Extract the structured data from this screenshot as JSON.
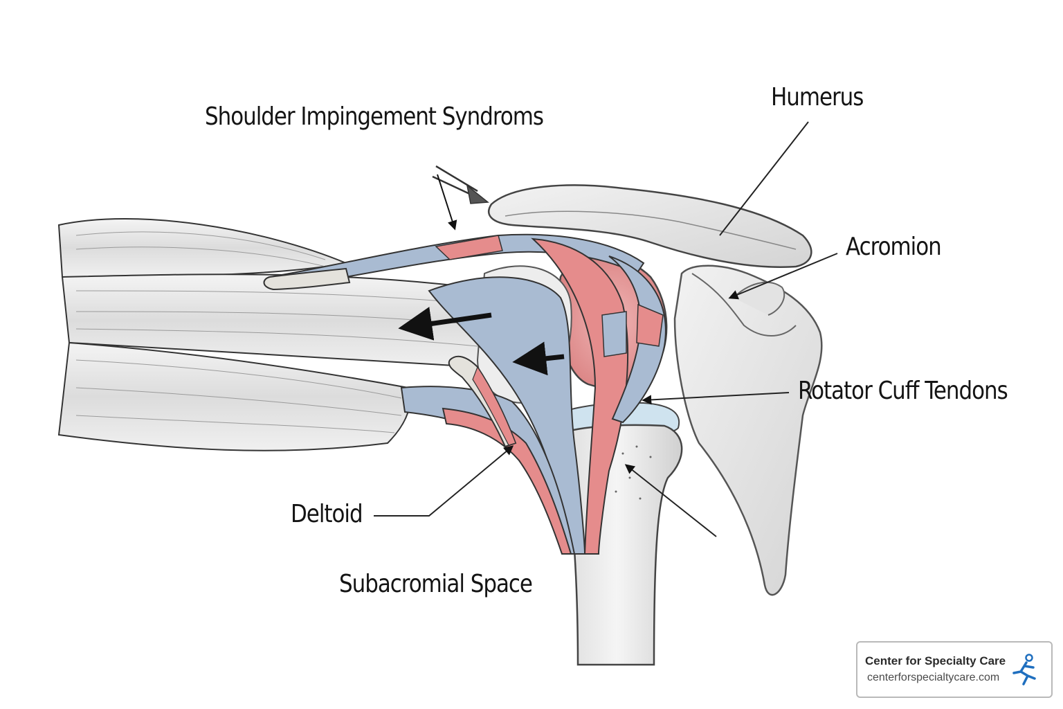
{
  "title": "Shoulder Impingement Syndroms",
  "labels": {
    "humerus": "Humerus",
    "acromion": "Acromion",
    "rotator_cuff": "Rotator Cuff Tendons",
    "deltoid": "Deltoid",
    "subacromial": "Subacromial Space"
  },
  "badge": {
    "name": "Center for Specialty Care",
    "url": "centerforspecialtycare.com"
  },
  "colors": {
    "tendon_blue": "#9fb3cc",
    "tendon_red": "#e58c8c",
    "bone": "#e9e9e9",
    "cartilage": "#cfe3ef",
    "logo_blue": "#1f6fbf"
  }
}
